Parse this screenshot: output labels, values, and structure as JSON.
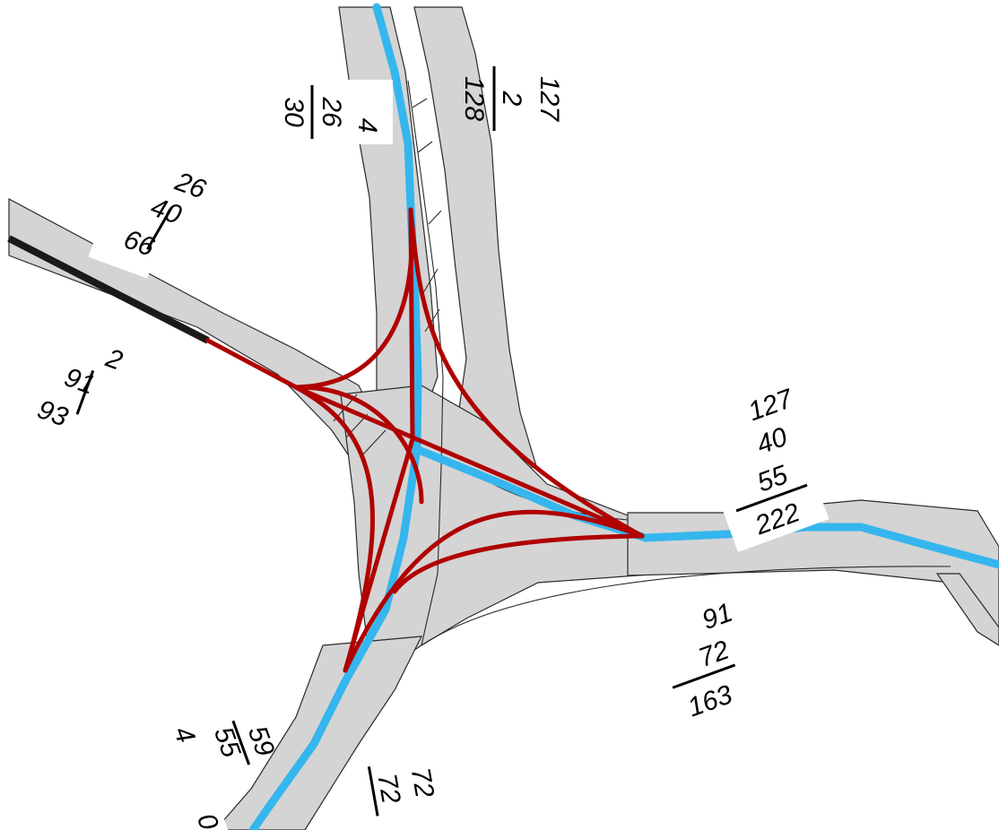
{
  "colors": {
    "road_fill": "#d4d4d4",
    "blue_route": "#35b6ee",
    "red_ramps": "#b00000",
    "black_road": "#1a1a1a"
  },
  "labels": {
    "north_left": {
      "top": "4",
      "mid": "26",
      "bottom": "30"
    },
    "north_right": {
      "top": "127",
      "mid": "2",
      "bottom": "128"
    },
    "west_upper": {
      "top": "26",
      "mid": "40",
      "bottom": "66"
    },
    "west_lower": {
      "top": "2",
      "mid": "91",
      "bottom": "93"
    },
    "east_upper": {
      "top": "127",
      "mid": "40",
      "mid2": "55",
      "bottom": "222"
    },
    "southeast": {
      "top": "91",
      "mid": "72",
      "bottom": "163"
    },
    "south_left": {
      "top": "4",
      "mid": "55",
      "bottom": "59"
    },
    "south_right": {
      "top": "72",
      "bottom": "72"
    },
    "south_edge": {
      "partial": "0"
    }
  }
}
